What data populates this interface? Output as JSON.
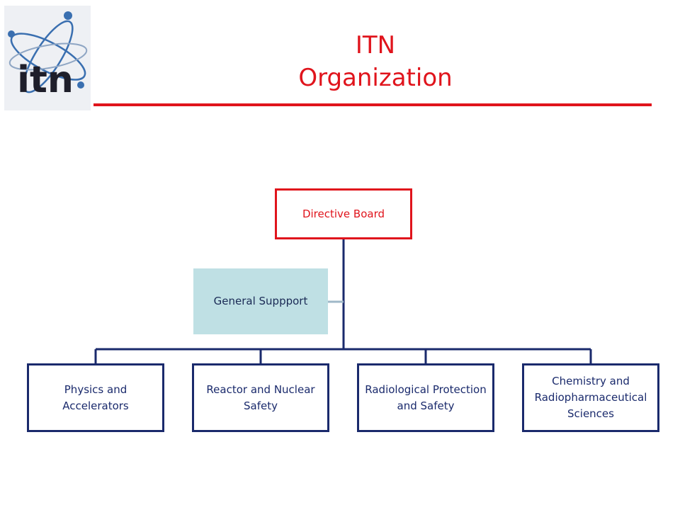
{
  "header": {
    "title_line1": "ITN",
    "title_line2": "Organization",
    "logo_text": "itn"
  },
  "colors": {
    "title": "#e0141c",
    "board_border": "#e0141c",
    "unit_border": "#1a2a6c",
    "support_fill": "#bfe0e4",
    "connector": "#1a2a6c",
    "support_connector": "#9fb8c8"
  },
  "org_chart": {
    "top": {
      "label": "Directive Board"
    },
    "assistant": {
      "label": "General Suppport"
    },
    "units": [
      {
        "label": "Physics and Accelerators"
      },
      {
        "label": "Reactor and Nuclear Safety"
      },
      {
        "label": "Radiological Protection and Safety"
      },
      {
        "label": "Chemistry and Radiopharmaceutical Sciences"
      }
    ]
  }
}
